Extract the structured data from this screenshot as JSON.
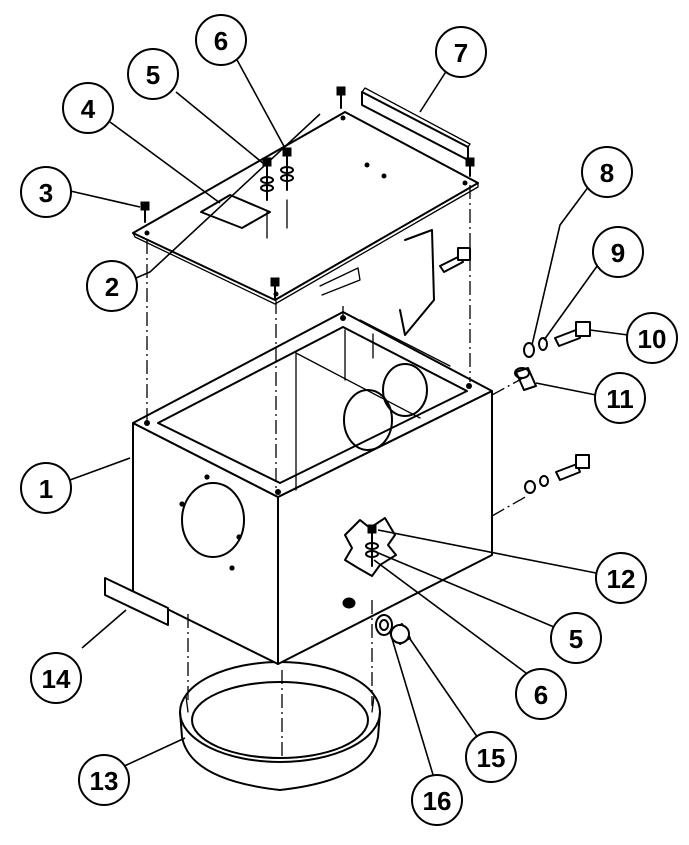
{
  "diagram": {
    "type": "exploded-parts-view",
    "callouts": [
      "1",
      "2",
      "3",
      "4",
      "5",
      "6",
      "7",
      "8",
      "9",
      "10",
      "11",
      "12",
      "5",
      "6",
      "15",
      "16",
      "13",
      "14"
    ]
  }
}
